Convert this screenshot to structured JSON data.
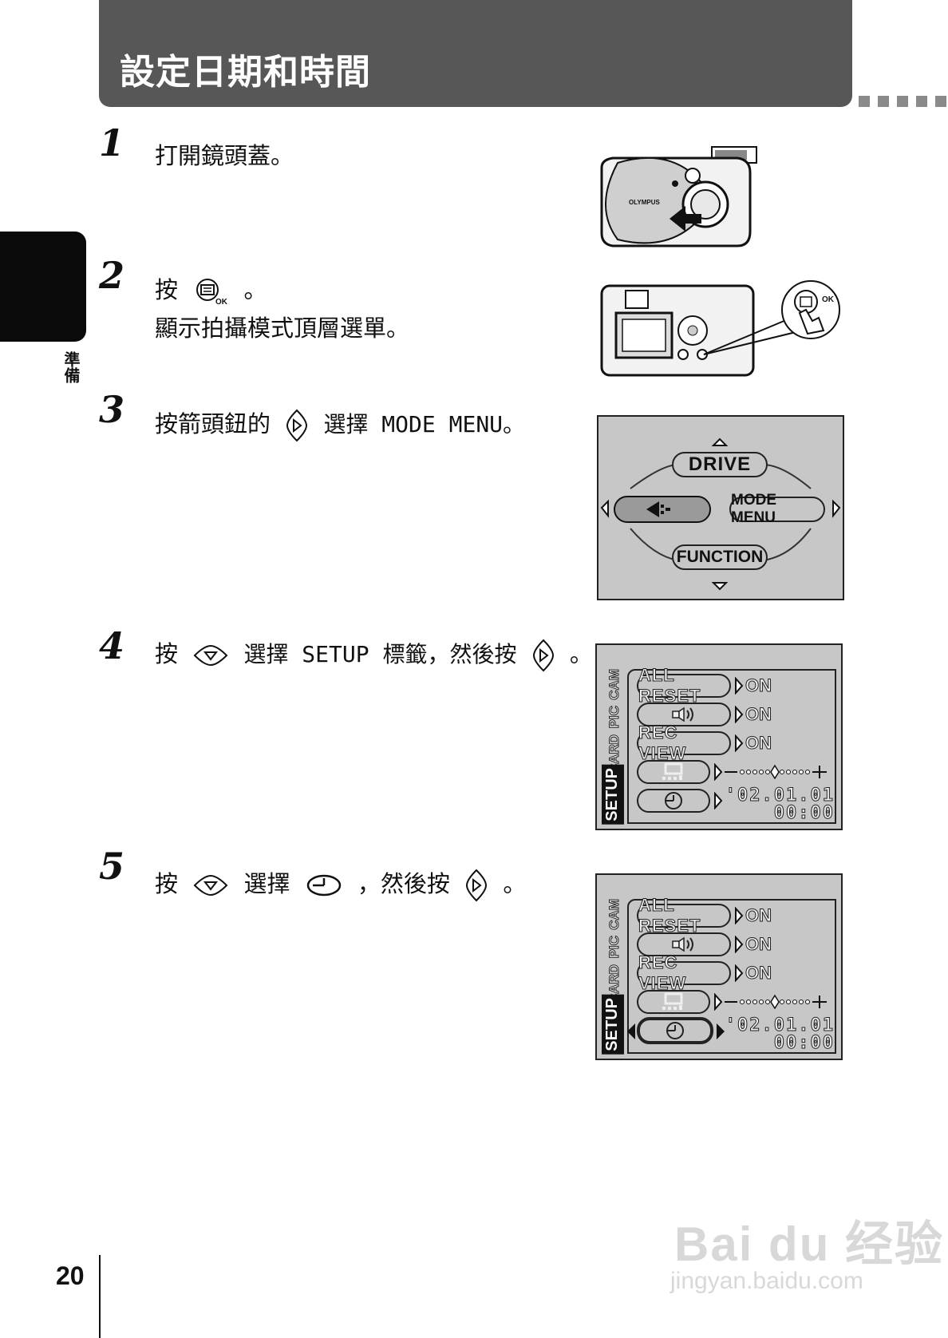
{
  "header": {
    "title": "設定日期和時間"
  },
  "side_tab": {
    "label": "準備"
  },
  "steps": [
    {
      "number": "1",
      "text_a": "打開鏡頭蓋。"
    },
    {
      "number": "2",
      "text_a": "按",
      "text_b": "。",
      "sub": "顯示拍攝模式頂層選單。"
    },
    {
      "number": "3",
      "text_a": "按箭頭鈕的",
      "text_b": "選擇 MODE MENU。"
    },
    {
      "number": "4",
      "text_a": "按",
      "text_b": "選擇 SETUP 標籤，然後按",
      "text_c": "。"
    },
    {
      "number": "5",
      "text_a": "按",
      "text_b": "選擇",
      "text_c": "，然後按",
      "text_d": "。"
    }
  ],
  "camera_front": {
    "brand": "OLYMPUS"
  },
  "camera_back": {
    "ok_label": "OK"
  },
  "icon_ok_label": "OK",
  "top_menu": {
    "up": "DRIVE",
    "right": "MODE MENU",
    "down": "FUNCTION"
  },
  "setup_screen": {
    "tabs": [
      "CAM",
      "PIC",
      "CARD",
      "SETUP"
    ],
    "rows": [
      {
        "label": "ALL RESET",
        "value": "ON"
      },
      {
        "label": "",
        "value": "ON"
      },
      {
        "label": "REC VIEW",
        "value": "ON"
      }
    ],
    "date": "'02.01.01",
    "time": "00:00"
  },
  "footer": {
    "page_number": "20",
    "watermark_brand": "Bai du 经验",
    "watermark_url": "jingyan.baidu.com"
  }
}
